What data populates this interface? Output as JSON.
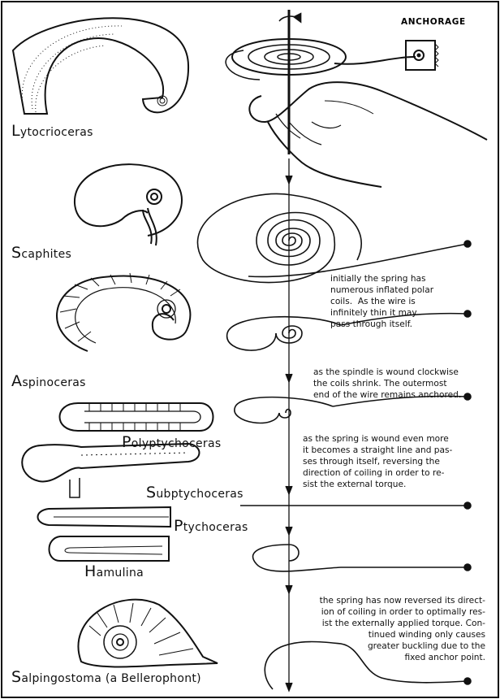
{
  "anchor_label": "ANCHORAGE",
  "genera": [
    {
      "initial": "L",
      "rest": "ytocrioceras"
    },
    {
      "initial": "S",
      "rest": "caphites"
    },
    {
      "initial": "A",
      "rest": "spinoceras"
    },
    {
      "initial": "P",
      "rest": "olyptychoceras"
    },
    {
      "initial": "S",
      "rest": "ubptychoceras"
    },
    {
      "initial": "P",
      "rest": "tychoceras"
    },
    {
      "initial": "H",
      "rest": "amulina"
    },
    {
      "initial": "S",
      "rest": "alpingostoma (a Bellerophont)"
    }
  ],
  "notes": [
    "initially the spring has\nnumerous inflated polar\ncoils.  As the wire is\ninfinitely thin it may\npass through itself.",
    "as the spindle is wound clockwise\nthe coils shrink. The outermost\nend of the wire remains anchored.",
    "as the spring is wound even more\nit becomes a straight line and pas-\nses through itself, reversing the\ndirection of coiling in order to re-\nsist the external torque.",
    "the spring has now reversed its direct-\nion of coiling in order to optimally res-\nist the externally applied torque. Con-\ntinued winding only causes\ngreater buckling due to the\nfixed anchor point."
  ],
  "colors": {
    "ink": "#111111",
    "paper": "#ffffff"
  }
}
